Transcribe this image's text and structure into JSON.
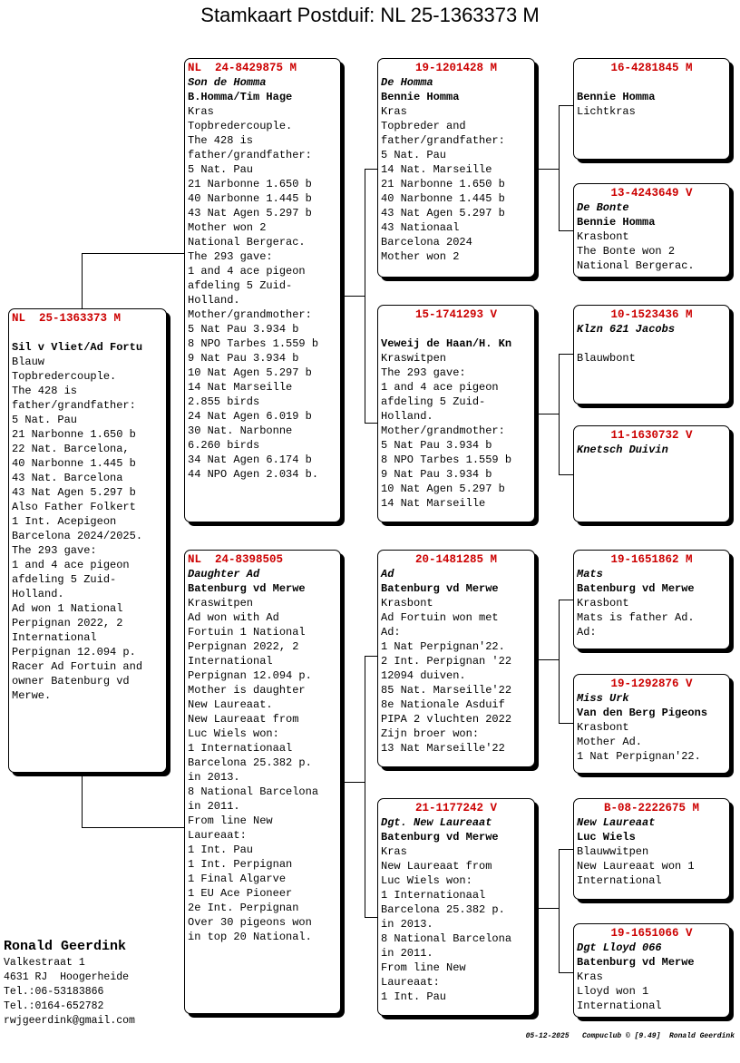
{
  "title": "Stamkaart Postduif: NL  25-1363373 M",
  "cards": {
    "main": {
      "ring": "NL  25-1363373 M",
      "name": "",
      "owner": "Sil v Vliet/Ad Fortu",
      "lines": [
        "Blauw",
        "Topbredercouple.",
        "The 428 is",
        "father/grandfather:",
        "5 Nat. Pau",
        "21 Narbonne 1.650 b",
        "22 Nat. Barcelona,",
        "40 Narbonne 1.445 b",
        "43 Nat. Barcelona",
        "43 Nat Agen 5.297 b",
        "Also Father Folkert",
        "1 Int. Acepigeon",
        "Barcelona 2024/2025.",
        "The 293 gave:",
        "1 and 4 ace pigeon",
        "afdeling 5 Zuid-",
        "Holland.",
        "Ad won 1 National",
        "Perpignan 2022, 2",
        "International",
        "Perpignan 12.094 p.",
        "Racer Ad Fortuin and",
        "owner Batenburg vd",
        "Merwe."
      ]
    },
    "father": {
      "ring": "NL  24-8429875 M",
      "name": "Son de Homma",
      "owner": "B.Homma/Tim Hage",
      "lines": [
        "Kras",
        "Topbredercouple.",
        "The 428 is",
        "father/grandfather:",
        "5 Nat. Pau",
        "21 Narbonne 1.650 b",
        "40 Narbonne 1.445 b",
        "43 Nat Agen 5.297 b",
        "Mother won 2",
        "National Bergerac.",
        "The 293 gave:",
        "1 and 4 ace pigeon",
        "afdeling 5 Zuid-",
        "Holland.",
        "Mother/grandmother:",
        "5 Nat Pau 3.934 b",
        "8 NPO Tarbes 1.559 b",
        "9 Nat Pau 3.934 b",
        "10 Nat Agen 5.297 b",
        "14 Nat Marseille",
        "2.855 birds",
        "24 Nat Agen 6.019 b",
        "30 Nat. Narbonne",
        "6.260 birds",
        "34 Nat Agen 6.174 b",
        "44 NPO Agen 2.034 b."
      ]
    },
    "mother": {
      "ring": "NL  24-8398505",
      "name": "Daughter Ad",
      "owner": "Batenburg vd Merwe",
      "lines": [
        "Kraswitpen",
        "Ad won with Ad",
        "Fortuin 1 National",
        "Perpignan 2022, 2",
        "International",
        "Perpignan 12.094 p.",
        "Mother is daughter",
        "New Laureaat.",
        "New Laureaat from",
        "Luc Wiels won:",
        "1 Internationaal",
        "Barcelona 25.382 p.",
        "in 2013.",
        "8 National Barcelona",
        "in 2011.",
        "From line New",
        "Laureaat:",
        "1 Int. Pau",
        "1 Int. Perpignan",
        "1 Final Algarve",
        "1 EU Ace Pioneer",
        "2e Int. Perpignan",
        "Over 30 pigeons won",
        "in top 20 National."
      ]
    },
    "ff": {
      "ring": "19-1201428 M",
      "name": "De Homma",
      "owner": "Bennie Homma",
      "lines": [
        "Kras",
        "Topbreder and",
        "father/grandfather:",
        "5 Nat. Pau",
        "14 Nat. Marseille",
        "21 Narbonne 1.650 b",
        "40 Narbonne 1.445 b",
        "43 Nat Agen 5.297 b",
        "43 Nationaal",
        "Barcelona 2024",
        "Mother won 2"
      ]
    },
    "fm": {
      "ring": "15-1741293 V",
      "name": "",
      "owner": "Veweij de Haan/H. Kn",
      "lines": [
        "Kraswitpen",
        "The 293 gave:",
        "1 and 4 ace pigeon",
        "afdeling 5 Zuid-",
        "Holland.",
        "Mother/grandmother:",
        "5 Nat Pau 3.934 b",
        "8 NPO Tarbes 1.559 b",
        "9 Nat Pau 3.934 b",
        "10 Nat Agen 5.297 b",
        "14 Nat Marseille"
      ]
    },
    "mf": {
      "ring": "20-1481285 M",
      "name": "Ad",
      "owner": "Batenburg vd Merwe",
      "lines": [
        "Krasbont",
        "Ad Fortuin won met",
        "Ad:",
        "1 Nat Perpignan'22.",
        "2 Int. Perpignan '22",
        "12094 duiven.",
        "85 Nat. Marseille'22",
        "8e Nationale Asduif",
        "PIPA 2 vluchten 2022",
        "Zijn broer won:",
        "13 Nat Marseille'22"
      ]
    },
    "mm": {
      "ring": "21-1177242 V",
      "name": "Dgt. New Laureaat",
      "owner": "Batenburg vd Merwe",
      "lines": [
        "Kras",
        "New Laureaat from",
        "Luc Wiels won:",
        "1 Internationaal",
        "Barcelona 25.382 p.",
        "in 2013.",
        "8 National Barcelona",
        "in 2011.",
        "From line New",
        "Laureaat:",
        "1 Int. Pau"
      ]
    },
    "fff": {
      "ring": "16-4281845 M",
      "name": "",
      "owner": "Bennie Homma",
      "lines": [
        "Lichtkras"
      ]
    },
    "ffm": {
      "ring": "13-4243649 V",
      "name": "De Bonte",
      "owner": "Bennie Homma",
      "lines": [
        "Krasbont",
        "The Bonte won 2",
        "National Bergerac."
      ]
    },
    "fmf": {
      "ring": "10-1523436 M",
      "name": "Klzn 621 Jacobs",
      "owner": "",
      "lines": [
        "Blauwbont"
      ]
    },
    "fmm": {
      "ring": "11-1630732 V",
      "name": "Knetsch Duivin",
      "owner": "",
      "lines": []
    },
    "mff": {
      "ring": "19-1651862 M",
      "name": "Mats",
      "owner": "Batenburg vd Merwe",
      "lines": [
        "Krasbont",
        "Mats is father Ad.",
        "Ad:"
      ]
    },
    "mfm": {
      "ring": "19-1292876 V",
      "name": "Miss Urk",
      "owner": "Van den Berg Pigeons",
      "lines": [
        "Krasbont",
        "Mother Ad.",
        "1 Nat Perpignan'22."
      ]
    },
    "mmf": {
      "ring": "B-08-2222675 M",
      "name": "New Laureaat",
      "owner": "Luc Wiels",
      "lines": [
        "Blauwwitpen",
        "New Laureaat won 1",
        "International"
      ]
    },
    "mmm": {
      "ring": "19-1651066 V",
      "name": "Dgt Lloyd 066",
      "owner": "Batenburg vd Merwe",
      "lines": [
        "Kras",
        "Lloyd won 1",
        "International"
      ]
    }
  },
  "breeder": {
    "name": "Ronald Geerdink",
    "lines": [
      "Valkestraat 1",
      "4631 RJ  Hoogerheide",
      "Tel.:06-53183866",
      "Tel.:0164-652782",
      "rwjgeerdink@gmail.com"
    ]
  },
  "footer": "05-12-2025   Compuclub © [9.49]  Ronald Geerdink"
}
